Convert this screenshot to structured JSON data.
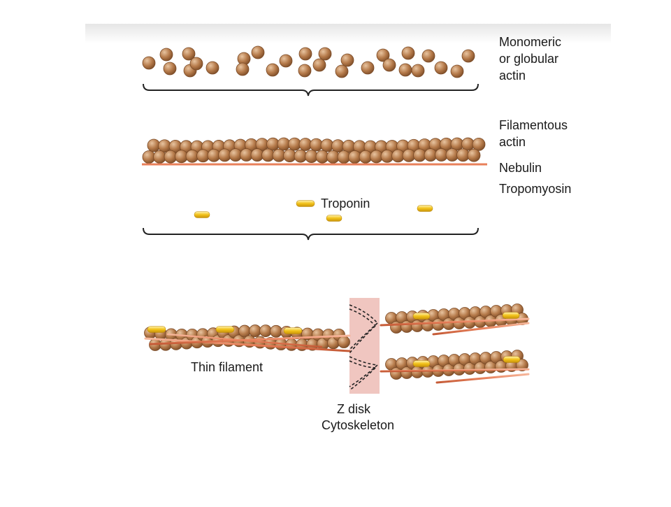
{
  "labels": {
    "monomeric_line1": "Monomeric",
    "monomeric_line2": "or globular",
    "monomeric_line3": "actin",
    "filamentous_line1": "Filamentous",
    "filamentous_line2": "actin",
    "nebulin": "Nebulin",
    "tropomyosin": "Tropomyosin",
    "troponin": "Troponin",
    "thin_filament": "Thin filament",
    "z_disk": "Z disk",
    "cytoskeleton": "Cytoskeleton"
  },
  "colors": {
    "actin_fill": "#b57a4a",
    "actin_stroke": "#7a4a26",
    "actin_highlight": "#e8c4a0",
    "tropomyosin": "#e8805a",
    "troponin": "#f2c21a",
    "z_disk": "#f0c6c0",
    "bracket": "#222222",
    "text": "#1a1a1a"
  },
  "icons": {
    "bracket": "curly-brace-icon",
    "troponin": "troponin-capsule-icon",
    "actin": "actin-monomer-sphere-icon"
  }
}
